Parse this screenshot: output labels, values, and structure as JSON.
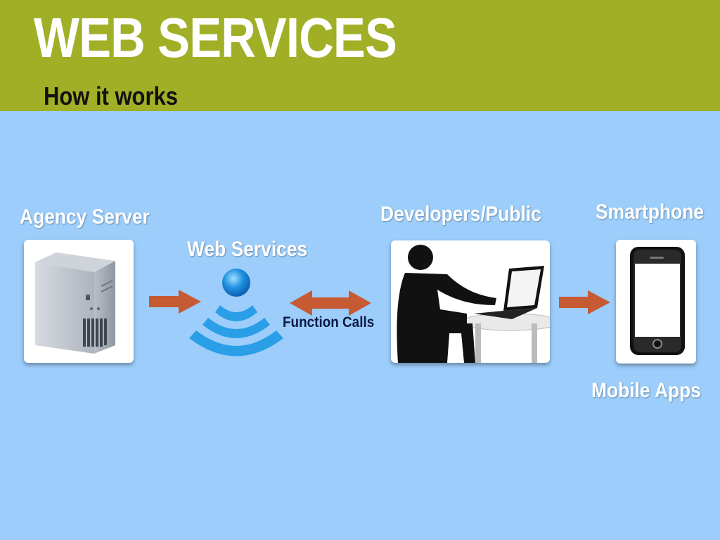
{
  "slide": {
    "title": "WEB SERVICES",
    "subtitle": "How it works"
  },
  "nodes": {
    "agency_server": "Agency Server",
    "web_services": "Web Services",
    "developers_public": "Developers/Public",
    "smartphone": "Smartphone",
    "mobile_apps": "Mobile Apps"
  },
  "edges": {
    "function_calls": "Function Calls"
  },
  "colors": {
    "header": "#a1af27",
    "background": "#9ccdfb",
    "arrow": "#c65a32",
    "wifi": "#2a9ee6"
  },
  "icons": [
    "server-icon",
    "wifi-icon",
    "developer-laptop-icon",
    "smartphone-icon",
    "arrow-right-icon",
    "double-arrow-icon"
  ]
}
